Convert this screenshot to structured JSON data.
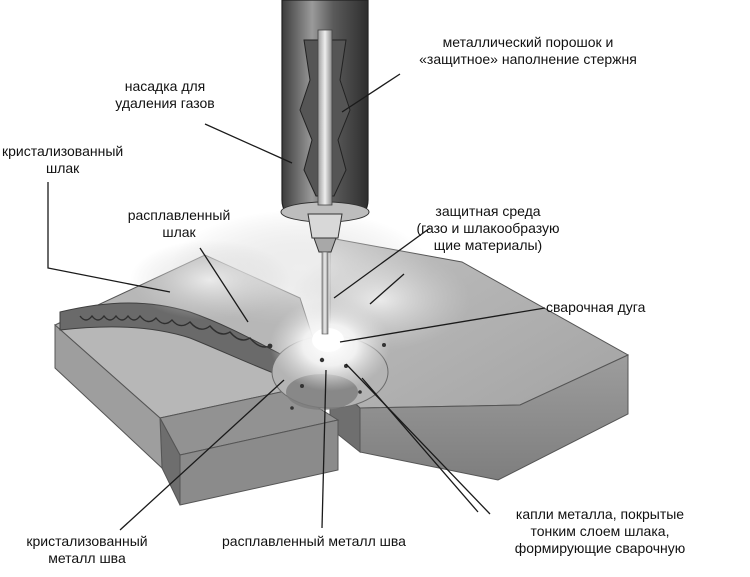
{
  "colors": {
    "ink": "#111111",
    "leader": "#1a1a1a",
    "metal_top": "#c9c9c9",
    "metal_front": "#8f8f8f",
    "metal_side": "#a9a9a9",
    "torch": "#7a7a7a",
    "arc_glow": "#ffffff",
    "smoke": "#e8e8e8"
  },
  "labels": {
    "gas_nozzle": [
      "насадка для",
      "удаления газов"
    ],
    "flux_core": [
      "металлический порошок и",
      "«защитное» наполнение стержня"
    ],
    "crystallized_slag": [
      "кристализованный",
      "шлак"
    ],
    "molten_slag": [
      "расплавленный",
      "шлак"
    ],
    "shielding": [
      "защитная среда",
      "(газо и шлакообразую",
      "щие материалы)"
    ],
    "welding_arc": [
      "сварочная дуга"
    ],
    "crystallized_metal": [
      "кристализованный",
      "металл шва"
    ],
    "molten_weld_metal": [
      "расплавленный металл шва"
    ],
    "metal_droplets": [
      "капли металла, покрытые",
      "тонким слоем шлака,",
      "формирующие сварочную"
    ]
  }
}
